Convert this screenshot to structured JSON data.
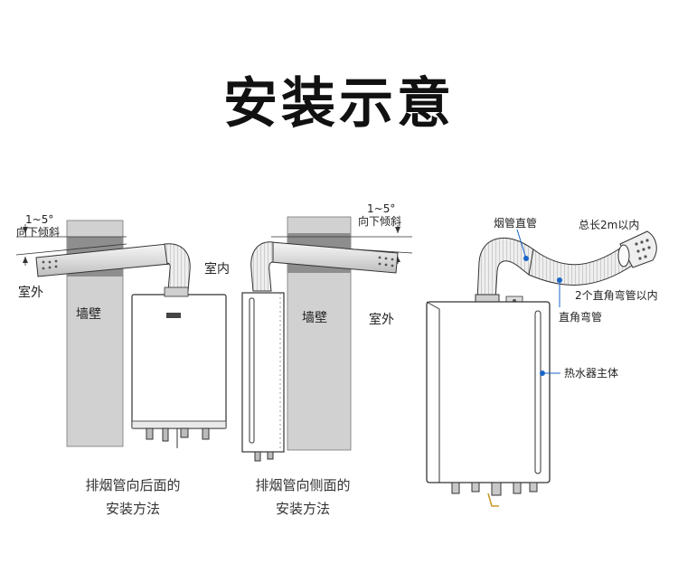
{
  "title": "安装示意",
  "left": {
    "angle": "1~5°",
    "tilt": "向下倾斜",
    "outdoor": "室外",
    "indoor": "室内",
    "wall": "墙壁",
    "caption_line1": "排烟管向后面的",
    "caption_line2": "安装方法"
  },
  "middle": {
    "angle": "1~5°",
    "tilt": "向下倾斜",
    "wall": "墙壁",
    "outdoor": "室外",
    "caption_line1": "排烟管向侧面的",
    "caption_line2": "安装方法"
  },
  "right": {
    "straight_pipe": "烟管直管",
    "total_length": "总长2m以内",
    "elbow_limit": "2个直角弯管以内",
    "elbow": "直角弯管",
    "heater_body": "热水器主体"
  },
  "colors": {
    "leader": "#1a66c8",
    "wall": "#d0d0d0",
    "pipe": "#e6e6e6",
    "outline": "#333333"
  }
}
